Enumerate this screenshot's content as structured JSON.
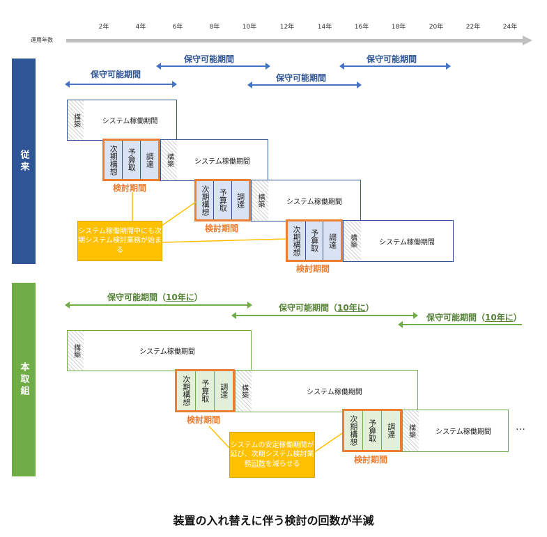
{
  "axis": {
    "label": "運用年数",
    "ticks": [
      "2年",
      "4年",
      "6年",
      "8年",
      "10年",
      "12年",
      "14年",
      "16年",
      "18年",
      "20年",
      "22年",
      "24年"
    ]
  },
  "sections": {
    "conventional": "従来",
    "proposed": "本取組"
  },
  "labels": {
    "maintenance": "保守可能期間",
    "maintenance_10y_prefix": "保守可能期間（",
    "maintenance_10y_ul": "10年に",
    "maintenance_10y_suffix": "）",
    "operation": "システム稼働期間",
    "build": "構築",
    "next_plan": "次期構想",
    "budget": "予算取",
    "procure": "調達",
    "review_period": "検討期間"
  },
  "callouts": {
    "conventional": "システム稼働期間中にも次期システム検討業務が始まる",
    "proposed_pre": "システムの安定稼働期間が延び、次期システム検討業務",
    "proposed_ul": "回数",
    "proposed_post": "を減らせる"
  },
  "caption": "装置の入れ替えに伴う検討の回数が半減",
  "ellipsis": "…",
  "colors": {
    "blue": "#2f5597",
    "green": "#70ad47",
    "orange": "#ed7d31",
    "yellow": "#ffc000"
  }
}
